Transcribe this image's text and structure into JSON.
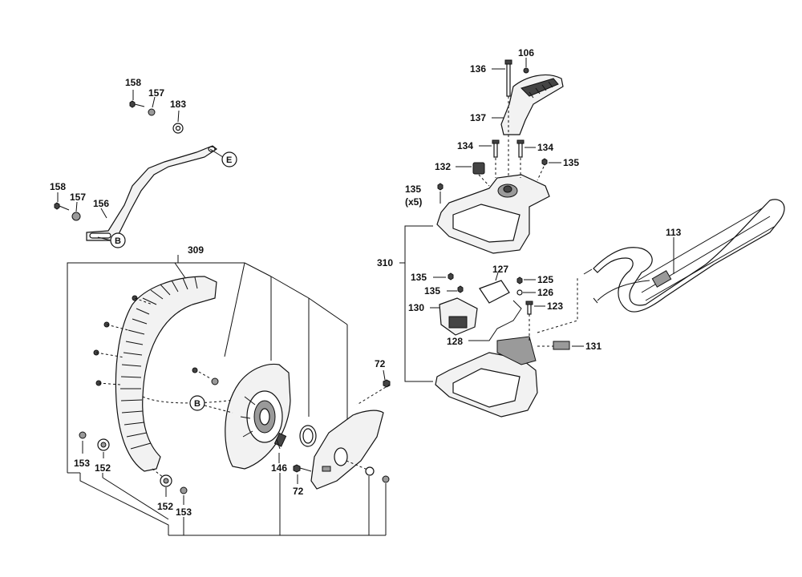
{
  "labels": {
    "l158a": "158",
    "l157a": "157",
    "l183": "183",
    "l158b": "158",
    "l157b": "157",
    "l156": "156",
    "l309": "309",
    "l153a": "153",
    "l152a": "152",
    "l152b": "152",
    "l153b": "153",
    "l146": "146",
    "l72a": "72",
    "l72b": "72",
    "l136": "136",
    "l106": "106",
    "l137": "137",
    "l134a": "134",
    "l134b": "134",
    "l132": "132",
    "l135a": "135",
    "l135b": "135",
    "l135x5": "(x5)",
    "l310": "310",
    "l113": "113",
    "l135c": "135",
    "l127": "127",
    "l125": "125",
    "l135d": "135",
    "l126": "126",
    "l130": "130",
    "l123": "123",
    "l128": "128",
    "l131": "131"
  },
  "callouts": {
    "e": "E",
    "b1": "B",
    "b2": "B"
  },
  "colors": {
    "line": "#111111",
    "part_fill": "#f2f2f2",
    "dark_fill": "#444444"
  }
}
